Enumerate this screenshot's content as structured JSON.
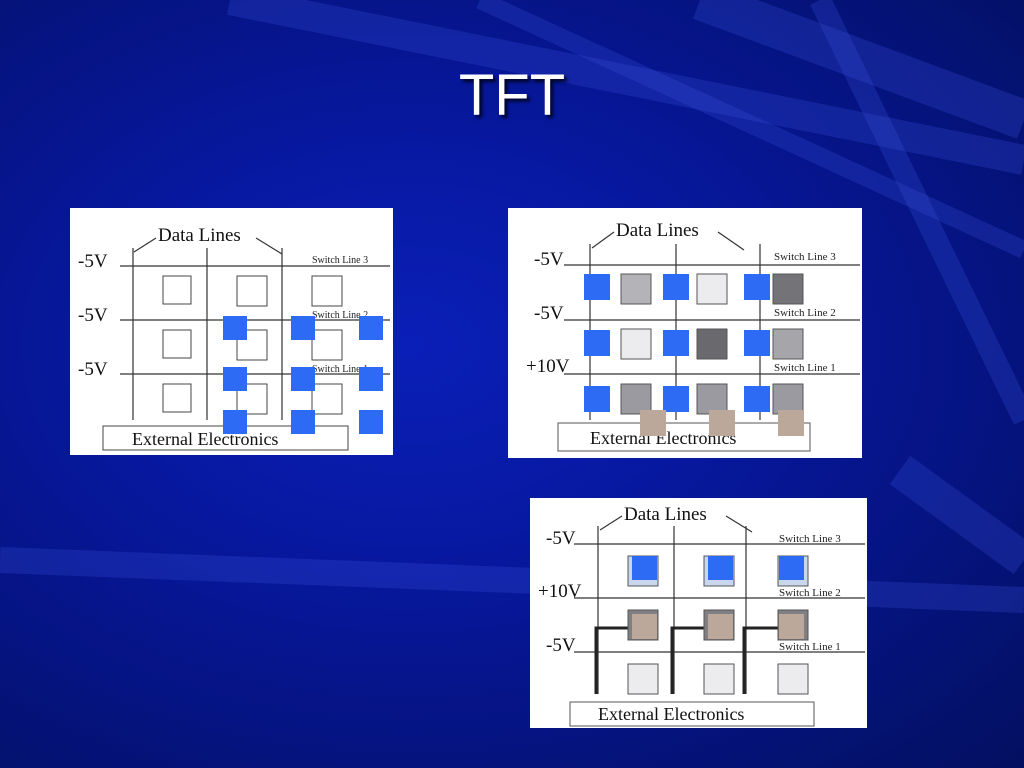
{
  "slide": {
    "title": "TFT",
    "accent_color": "#2d6bf5",
    "pixel_charged_color": "#bba89a"
  },
  "panels": [
    {
      "id": "left",
      "data_lines_label": "Data Lines",
      "row_voltages": [
        "-5V",
        "-5V",
        "-5V"
      ],
      "switch_lines": [
        "Switch Line 3",
        "Switch Line 2",
        "Switch Line 1"
      ],
      "footer": "External Electronics"
    },
    {
      "id": "top-right",
      "data_lines_label": "Data Lines",
      "row_voltages": [
        "-5V",
        "-5V",
        "+10V"
      ],
      "switch_lines": [
        "Switch Line 3",
        "Switch Line 2",
        "Switch Line 1"
      ],
      "footer": "External Electronics"
    },
    {
      "id": "bottom-right",
      "data_lines_label": "Data Lines",
      "row_voltages": [
        "-5V",
        "+10V",
        "-5V"
      ],
      "switch_lines": [
        "Switch Line 3",
        "Switch Line 2",
        "Switch Line 1"
      ],
      "footer": "External Electronics"
    }
  ]
}
